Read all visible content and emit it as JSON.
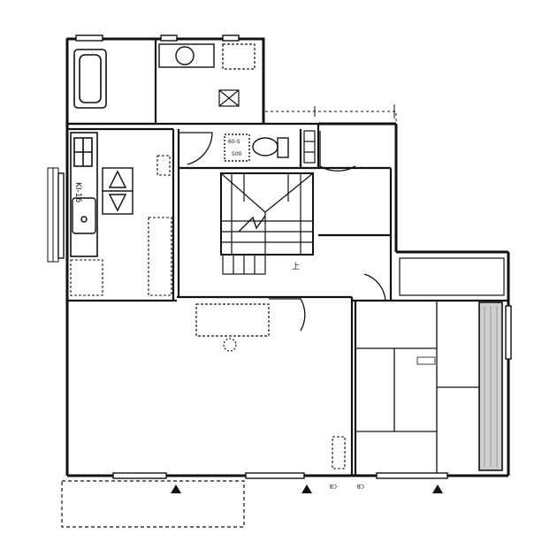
{
  "labels": {
    "kitchen_code": "KI-16",
    "toilet_code": "60-S",
    "toilet_code2": "500",
    "cb_left": "CB",
    "cb_right": "CB",
    "stair_mark": "上"
  },
  "colors": {
    "ink": "#111111",
    "paper": "#ffffff",
    "wood": "#9a9a9a"
  },
  "icons": [
    "triangle-marker-icon",
    "door-swing-icon",
    "bathtub-icon",
    "sink-icon",
    "stove-icon",
    "toilet-icon",
    "light-fixture-icon"
  ]
}
